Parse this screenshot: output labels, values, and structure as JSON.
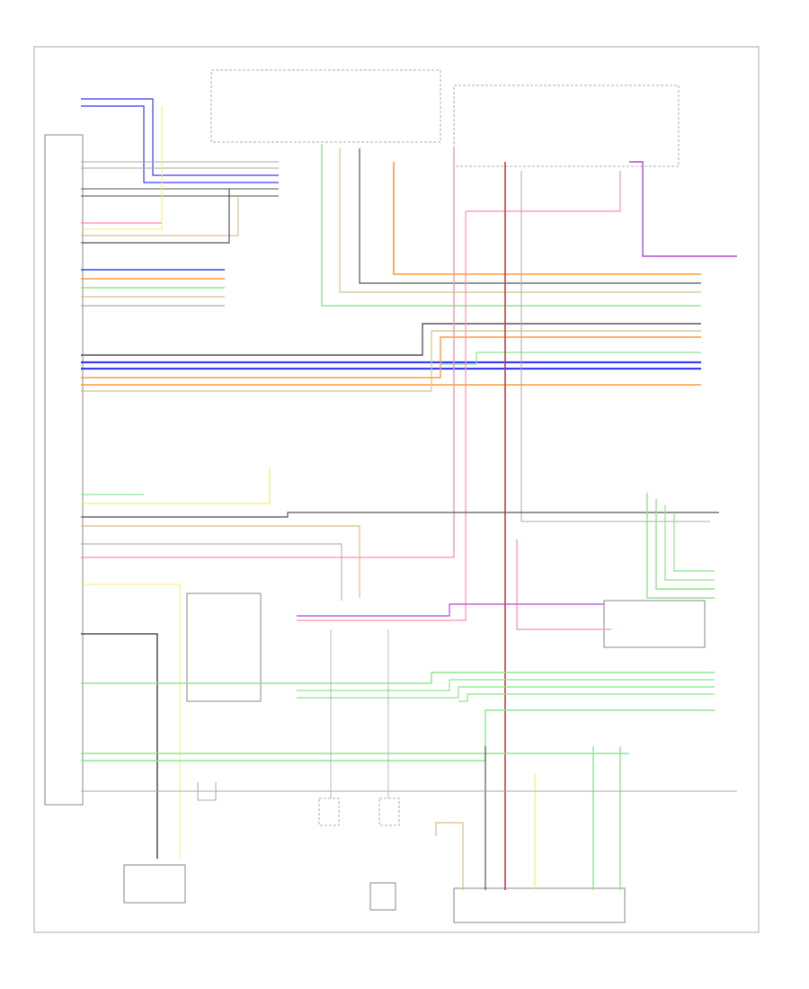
{
  "diagram": {
    "page_ref": "",
    "top_left_heading": "",
    "top_right_heading": "",
    "components": [
      {
        "id": "rear_connector",
        "label": ""
      },
      {
        "id": "tape_deck",
        "label": ""
      },
      {
        "id": "amplifier",
        "label": ""
      },
      {
        "id": "radio",
        "label": ""
      },
      {
        "id": "cd_changer",
        "label": ""
      },
      {
        "id": "navigation",
        "label": ""
      },
      {
        "id": "display",
        "label": ""
      },
      {
        "id": "rear_speaker",
        "label": ""
      }
    ],
    "colors": {
      "blue": "#3b3bff",
      "orange": "#ff9a3c",
      "green": "#8de58d",
      "pink": "#ff8fa8",
      "yellow": "#f4f06a",
      "violet": "#b04bd6",
      "dark": "#555555",
      "gray": "#aaaaaa",
      "tan": "#d8c08a",
      "red": "#c04040"
    }
  }
}
